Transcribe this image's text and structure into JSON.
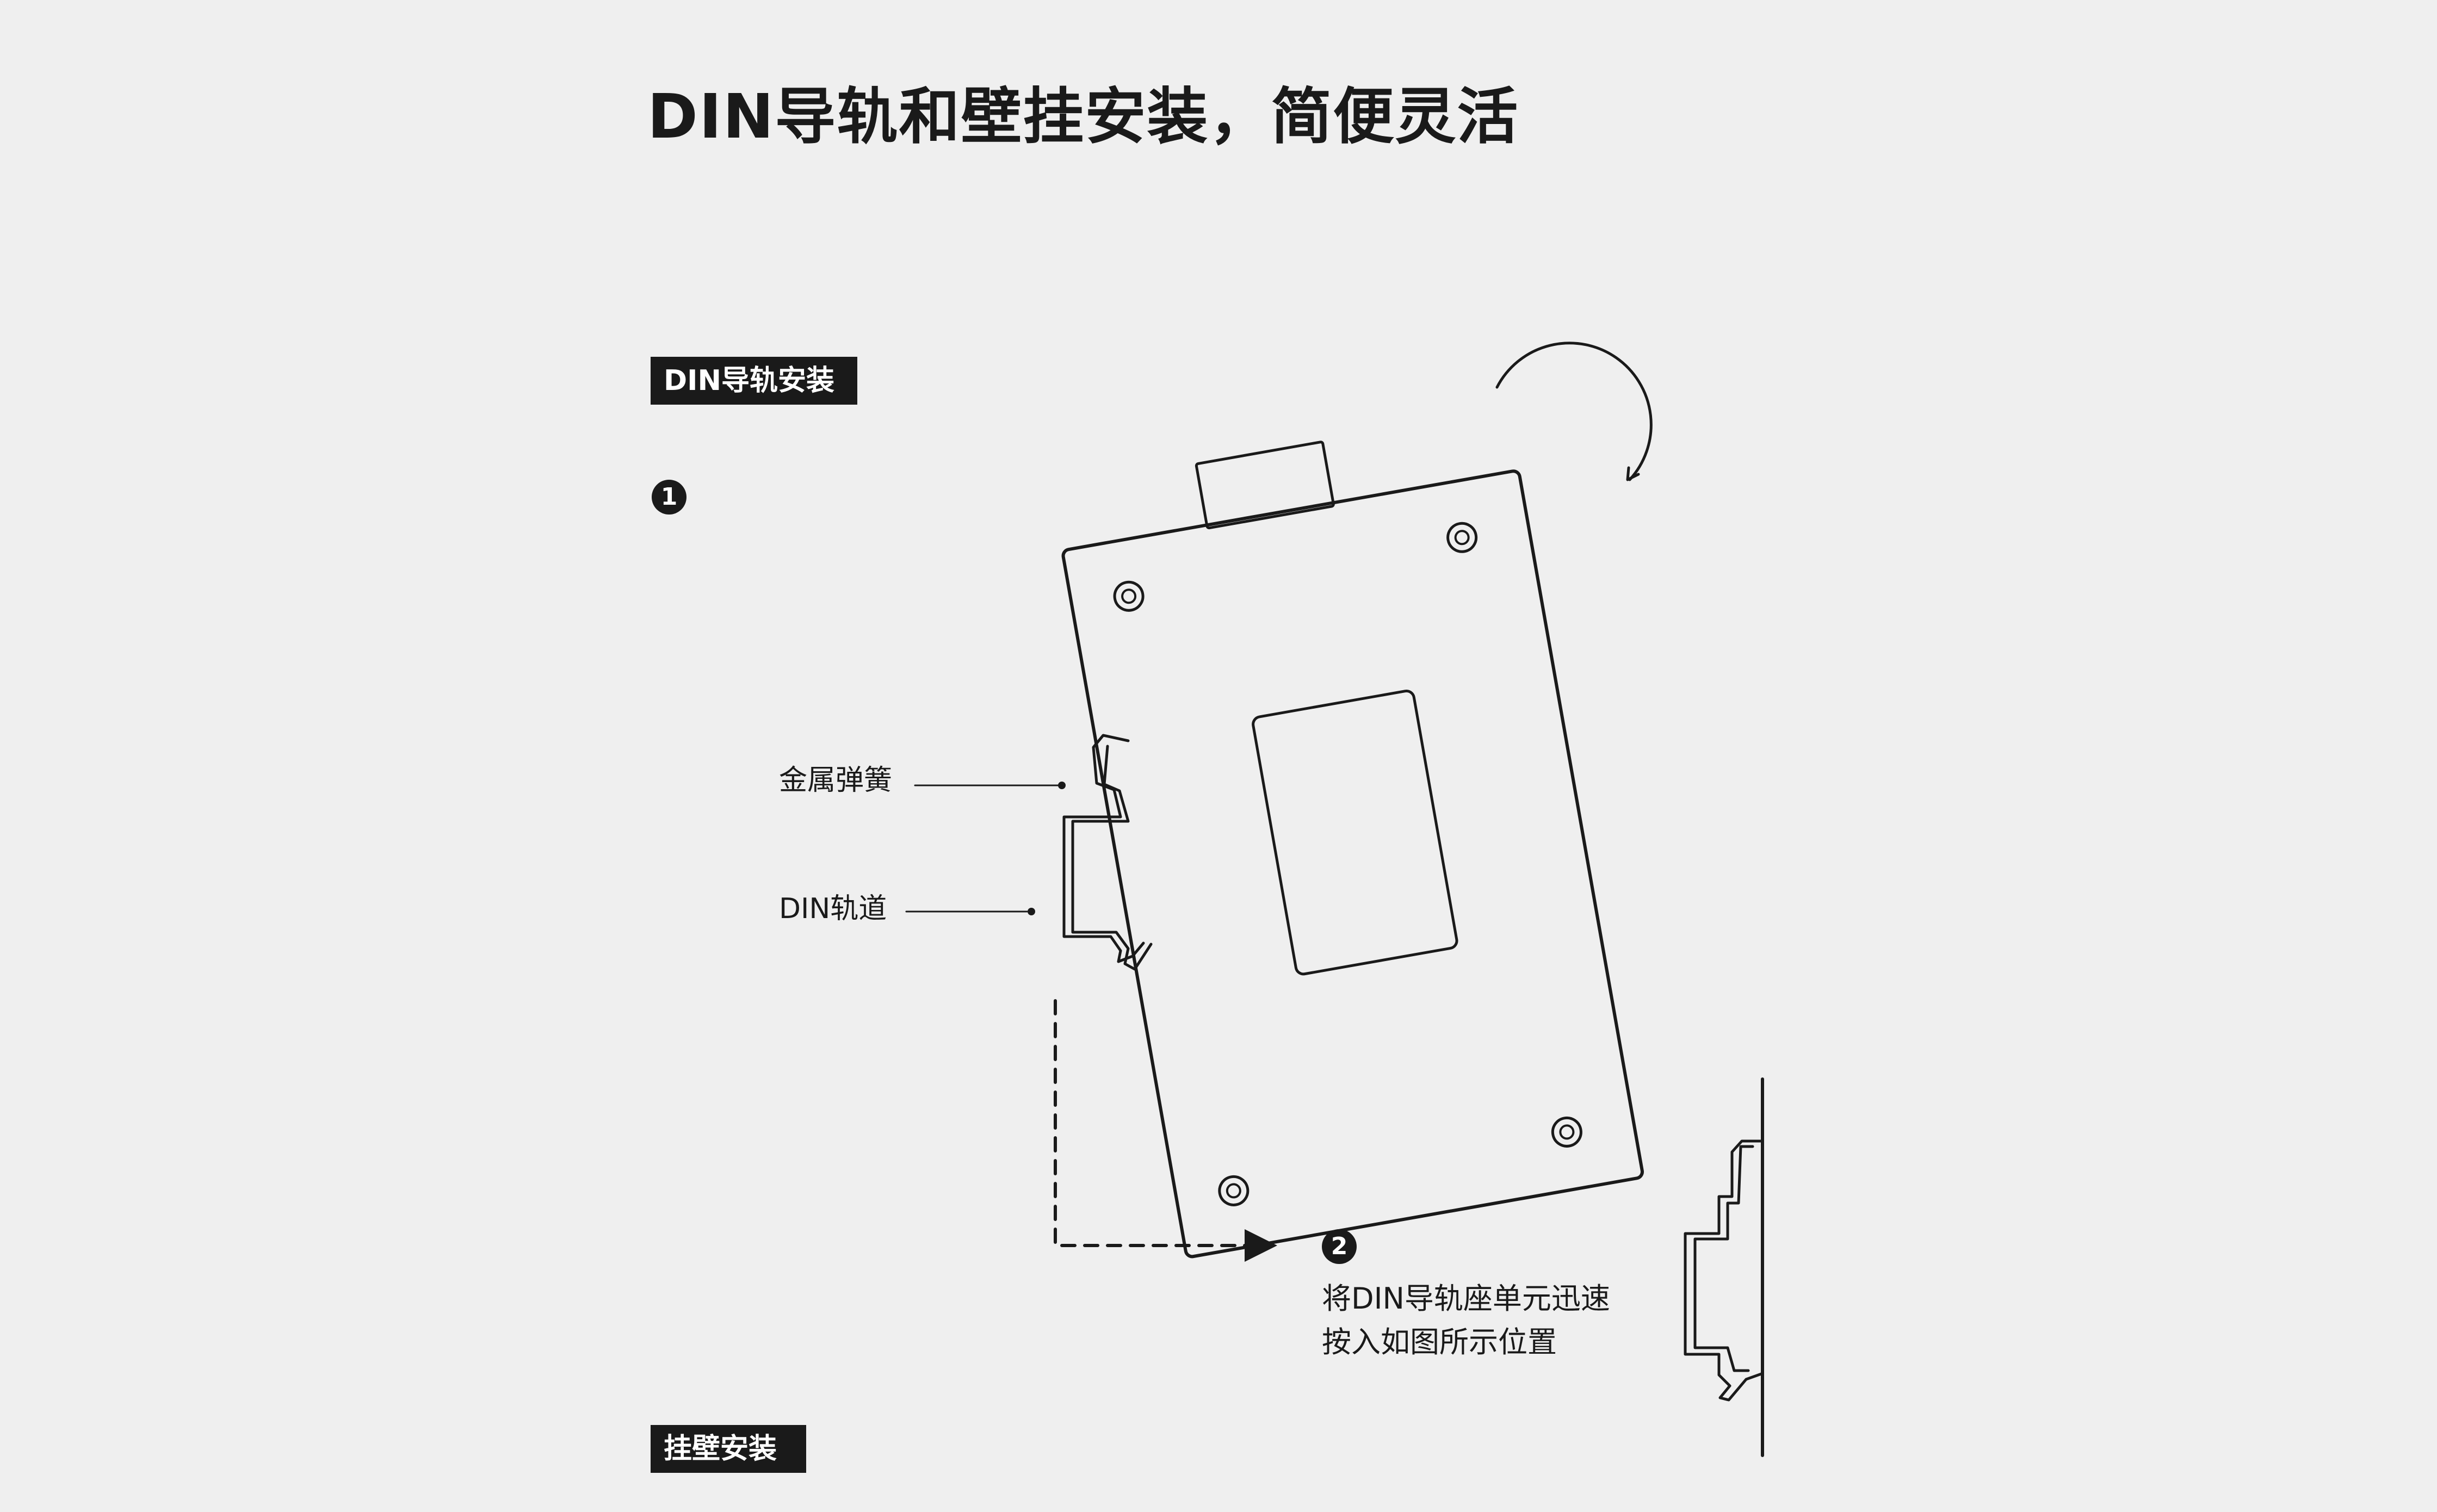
{
  "header": {
    "title": "DIN导轨和壁挂安装，简便灵活"
  },
  "sections": {
    "din_rail": {
      "tag": "DIN导轨安装"
    },
    "wall_mount": {
      "tag": "挂壁安装"
    }
  },
  "steps": [
    {
      "badge": "1"
    },
    {
      "badge": "2",
      "text_line1": "将DIN导轨座单元迅速",
      "text_line2": "按入如图所示位置"
    }
  ],
  "callouts": {
    "spring": "金属弹簧",
    "rail": "DIN轨道"
  },
  "colors": {
    "background": "#efefef",
    "ink": "#1a1a1a",
    "tag_text": "#ffffff"
  }
}
